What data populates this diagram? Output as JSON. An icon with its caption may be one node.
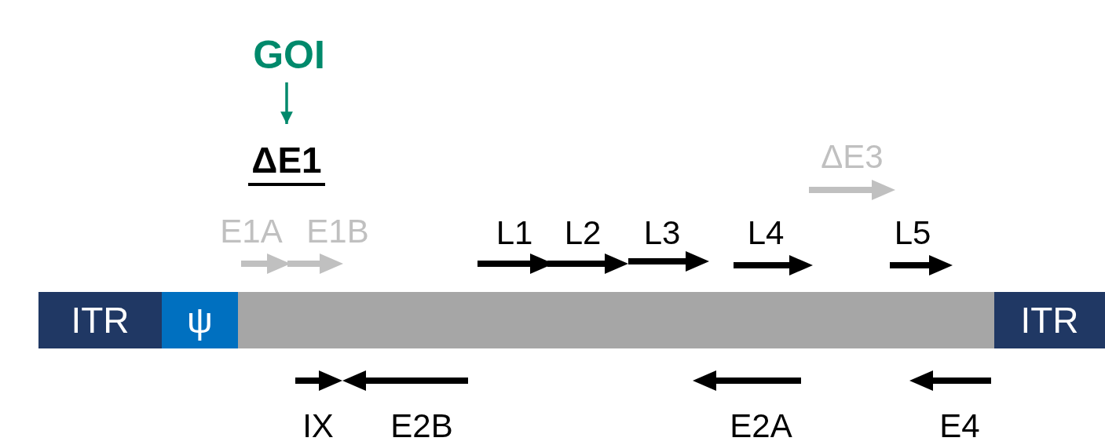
{
  "diagram": {
    "nodes": [
      {
        "text": [
          "GOI"
        ]
      },
      {
        "text": [
          "ΔE1"
        ]
      },
      {
        "text": [
          "ITR"
        ]
      },
      {
        "text": [
          "ψ"
        ]
      },
      {
        "text": [],
        "shape": "bar"
      },
      {
        "text": [
          "ITR"
        ]
      }
    ],
    "edges": [
      {
        "from": 0,
        "to": 1,
        "arrow": "to"
      }
    ],
    "labels": [
      "ΔE3",
      "E1A",
      "E1B",
      "L1",
      "L2",
      "L3",
      "L4",
      "L5",
      "IX",
      "E2B",
      "E2A",
      "E4"
    ]
  }
}
